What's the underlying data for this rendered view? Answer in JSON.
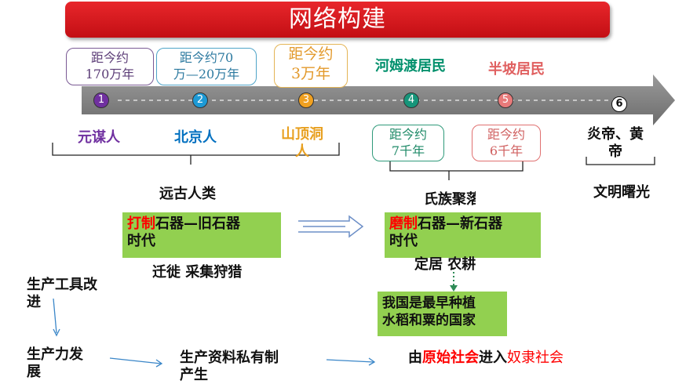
{
  "banner": {
    "title": "网络构建"
  },
  "bubbles": {
    "b1": [
      "距今约",
      "170万年"
    ],
    "b2": [
      "距今约70",
      "万—20万年"
    ],
    "b3": [
      "距今约",
      "3万年"
    ],
    "b4": [
      "距今约",
      "7千年"
    ],
    "b5": [
      "距今约",
      "6千年"
    ]
  },
  "top_labels": {
    "hemudu": "河姆渡居民",
    "banpo": "半坡居民"
  },
  "markers": [
    "1",
    "2",
    "3",
    "4",
    "5",
    "6"
  ],
  "people": {
    "yuanmou": "元谋人",
    "beijing": "北京人",
    "shanding": [
      "山顶洞",
      "人"
    ],
    "yandi": [
      "炎帝、黄",
      "帝"
    ]
  },
  "groups": {
    "ancient": "远古人类",
    "clan": "氏族聚落",
    "civilization": "文明曙光"
  },
  "boxes": {
    "paleo": {
      "highlight": "打制",
      "rest": "石器—旧石器",
      "line2": "时代"
    },
    "neo": {
      "highlight": "磨制",
      "rest": "石器—新石器",
      "line2": "时代"
    },
    "rice": [
      "我国是最早种植",
      "水稻和粟的国家"
    ]
  },
  "notes": {
    "paleo_life": "迁徙 采集狩猎",
    "neo_life": "定居 农耕"
  },
  "chain": {
    "tools": [
      "生产工具改",
      "进"
    ],
    "productivity": [
      "生产力发",
      "展"
    ],
    "private": [
      "生产资料私有制",
      "产生"
    ],
    "transition": {
      "pre": "由",
      "from": "原始社会",
      "mid": "进入",
      "to": "奴隶社会"
    }
  },
  "colors": {
    "yuanmou": "#7030a0",
    "beijing": "#0070c0",
    "shanding": "#e8a020",
    "hemudu": "#00906c",
    "banpo": "#e06060",
    "green_box": "#92d050",
    "accent_red": "#ff0000"
  }
}
